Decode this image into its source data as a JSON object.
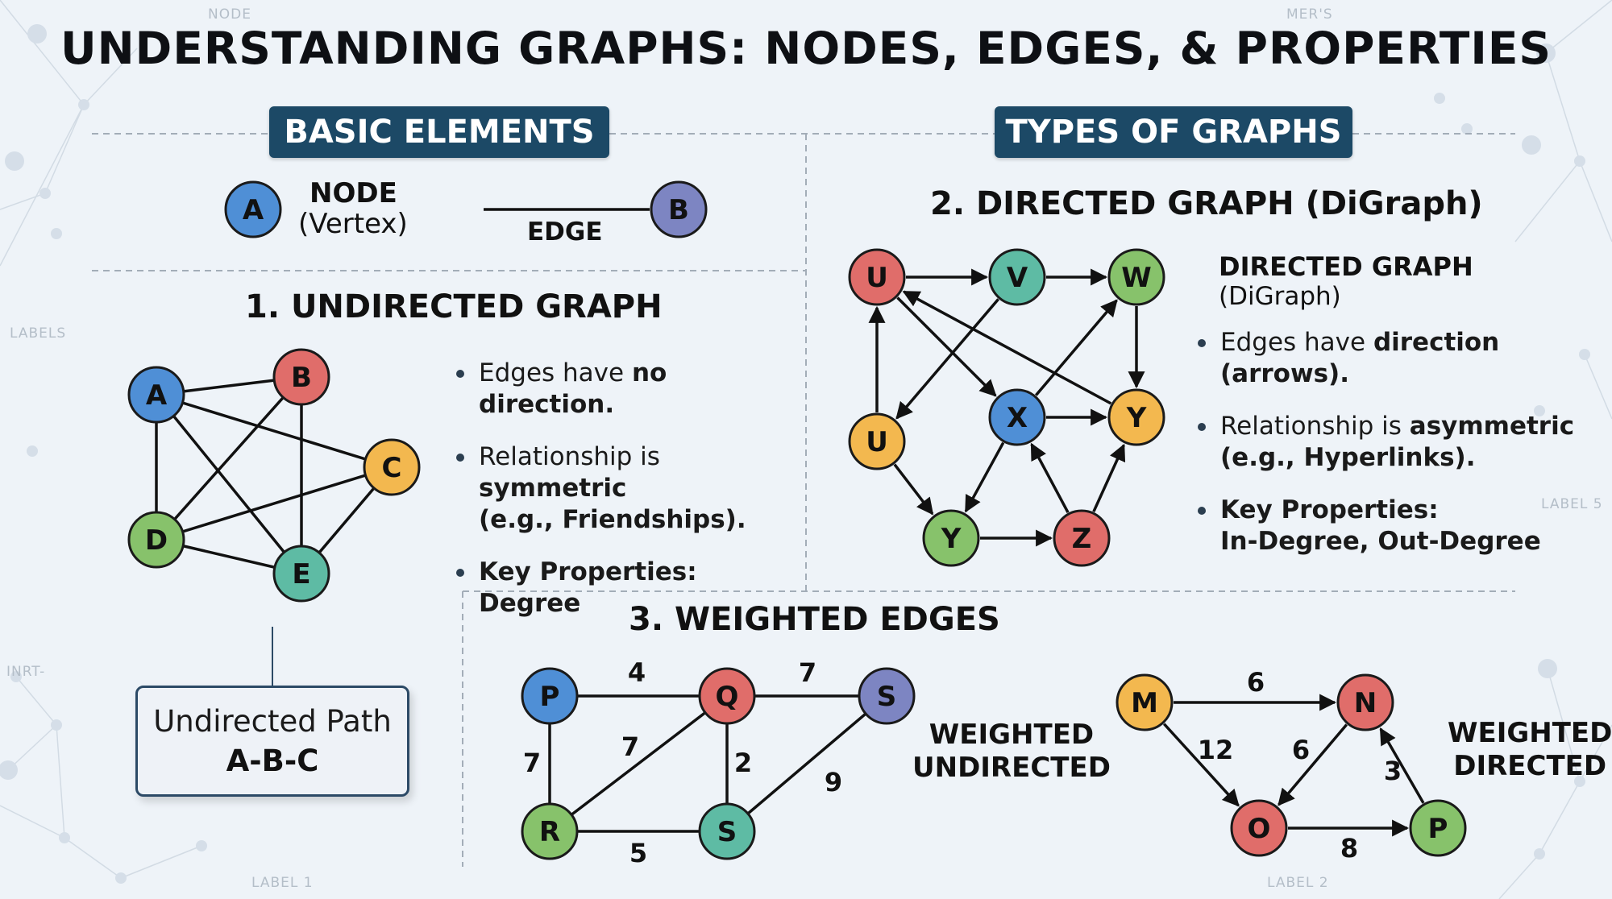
{
  "title": "UNDERSTANDING GRAPHS: NODES, EDGES, & PROPERTIES",
  "background_labels": [
    "NODE",
    "MER'S",
    "LABELS",
    "LABEL 5",
    "INRT-",
    "LABEL 1",
    "LABEL 2"
  ],
  "basic_elements": {
    "banner": "BASIC ELEMENTS",
    "node_letter": "A",
    "node_label": "NODE",
    "node_sub": "(Vertex)",
    "edge_label": "EDGE",
    "edge_node_letter": "B"
  },
  "types_banner": "TYPES OF GRAPHS",
  "undirected": {
    "heading": "1. UNDIRECTED GRAPH",
    "nodes": [
      {
        "id": "A",
        "label": "A",
        "color": "#4f8fd6"
      },
      {
        "id": "B",
        "label": "B",
        "color": "#e06d6a"
      },
      {
        "id": "C",
        "label": "C",
        "color": "#f3b84f"
      },
      {
        "id": "D",
        "label": "D",
        "color": "#87c26b"
      },
      {
        "id": "E",
        "label": "E",
        "color": "#5ebba4"
      }
    ],
    "edges": [
      [
        "A",
        "B"
      ],
      [
        "A",
        "C"
      ],
      [
        "A",
        "D"
      ],
      [
        "A",
        "E"
      ],
      [
        "B",
        "D"
      ],
      [
        "B",
        "E"
      ],
      [
        "C",
        "D"
      ],
      [
        "C",
        "E"
      ],
      [
        "D",
        "E"
      ]
    ],
    "bullets": [
      {
        "pre": "Edges have ",
        "bold": "no direction.",
        "post": ""
      },
      {
        "pre": "Relationship is ",
        "bold": "symmetric",
        "post": "",
        "line2_bold": "(e.g., Friendships)."
      },
      {
        "pre": "",
        "bold": "Key Properties:",
        "post": "",
        "line2_bold": "Degree"
      }
    ],
    "path_box": {
      "line1": "Undirected Path",
      "line2": "A-B-C"
    }
  },
  "directed": {
    "heading": "2. DIRECTED GRAPH (DiGraph)",
    "nodes": [
      {
        "id": "U1",
        "label": "U",
        "color": "#e06d6a"
      },
      {
        "id": "V",
        "label": "V",
        "color": "#5ebba4"
      },
      {
        "id": "W",
        "label": "W",
        "color": "#87c26b"
      },
      {
        "id": "U2",
        "label": "U",
        "color": "#f3b84f"
      },
      {
        "id": "X",
        "label": "X",
        "color": "#4f8fd6"
      },
      {
        "id": "Y1",
        "label": "Y",
        "color": "#f3b84f"
      },
      {
        "id": "Y2",
        "label": "Y",
        "color": "#87c26b"
      },
      {
        "id": "Z",
        "label": "Z",
        "color": "#e06d6a"
      }
    ],
    "edges": [
      [
        "U1",
        "V"
      ],
      [
        "V",
        "W"
      ],
      [
        "W",
        "Y1"
      ],
      [
        "Y1",
        "U1"
      ],
      [
        "U1",
        "X"
      ],
      [
        "V",
        "U2"
      ],
      [
        "U2",
        "U1"
      ],
      [
        "X",
        "Y1"
      ],
      [
        "X",
        "W"
      ],
      [
        "X",
        "Y2"
      ],
      [
        "U2",
        "Y2"
      ],
      [
        "Y2",
        "Z"
      ],
      [
        "Z",
        "X"
      ],
      [
        "Z",
        "Y1"
      ]
    ],
    "side_title": "DIRECTED GRAPH",
    "side_sub": "(DiGraph)",
    "bullets": [
      {
        "pre": "Edges have ",
        "bold": "direction",
        "line2_bold": "(arrows)."
      },
      {
        "pre": "Relationship is ",
        "bold": "asymmetric",
        "line2_bold": "(e.g., Hyperlinks)."
      },
      {
        "pre": "",
        "bold": "Key Properties:",
        "line2_bold": "In-Degree, Out-Degree"
      }
    ]
  },
  "weighted": {
    "heading": "3. WEIGHTED EDGES",
    "undirected_nodes": [
      {
        "id": "P",
        "label": "P",
        "color": "#4f8fd6"
      },
      {
        "id": "Q",
        "label": "Q",
        "color": "#e06d6a"
      },
      {
        "id": "S1",
        "label": "S",
        "color": "#7d85c2"
      },
      {
        "id": "R",
        "label": "R",
        "color": "#87c26b"
      },
      {
        "id": "S2",
        "label": "S",
        "color": "#5ebba4"
      }
    ],
    "undirected_edges": [
      {
        "from": "P",
        "to": "Q",
        "weight": "4"
      },
      {
        "from": "Q",
        "to": "S1",
        "weight": "7"
      },
      {
        "from": "P",
        "to": "R",
        "weight": "7"
      },
      {
        "from": "Q",
        "to": "R",
        "weight": "7"
      },
      {
        "from": "Q",
        "to": "S2",
        "weight": "2"
      },
      {
        "from": "R",
        "to": "S2",
        "weight": "5"
      },
      {
        "from": "S2",
        "to": "S1",
        "weight": "9"
      }
    ],
    "undirected_label": [
      "WEIGHTED",
      "UNDIRECTED"
    ],
    "directed_nodes": [
      {
        "id": "M",
        "label": "M",
        "color": "#f3b84f"
      },
      {
        "id": "N",
        "label": "N",
        "color": "#e06d6a"
      },
      {
        "id": "O",
        "label": "O",
        "color": "#e06d6a"
      },
      {
        "id": "P2",
        "label": "P",
        "color": "#87c26b"
      }
    ],
    "directed_edges": [
      {
        "from": "M",
        "to": "N",
        "weight": "6"
      },
      {
        "from": "M",
        "to": "O",
        "weight": "12"
      },
      {
        "from": "N",
        "to": "O",
        "weight": "6"
      },
      {
        "from": "P2",
        "to": "N",
        "weight": "3"
      },
      {
        "from": "O",
        "to": "P2",
        "weight": "8"
      }
    ],
    "directed_label": [
      "WEIGHTED",
      "DIRECTED"
    ]
  }
}
